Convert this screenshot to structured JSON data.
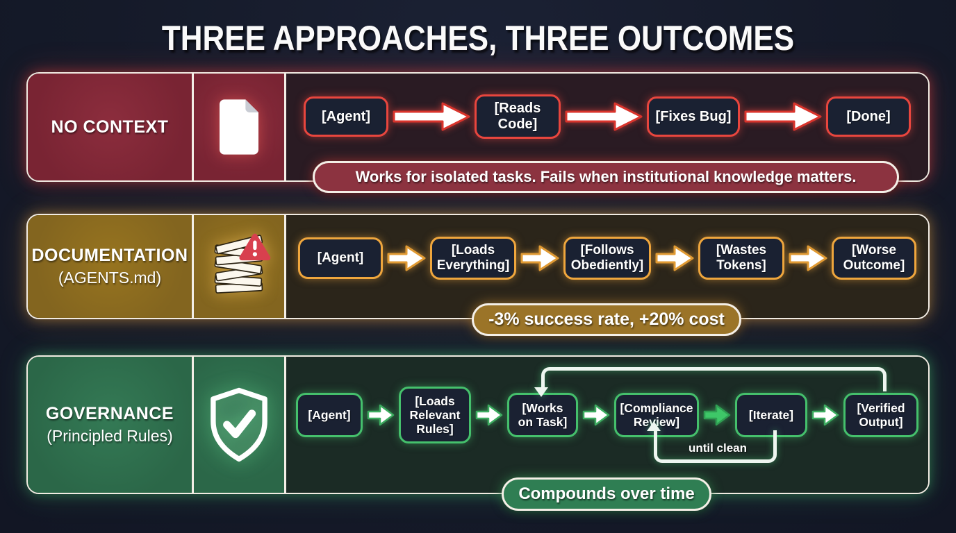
{
  "title": "THREE APPROACHES, THREE OUTCOMES",
  "panels": [
    {
      "name": "NO CONTEXT",
      "icon": "document-icon",
      "theme": {
        "accent": "#e8463e",
        "label_bg": "#802837",
        "flow_bg": "#2a1b23",
        "pill_bg": "#8c3340"
      },
      "flow": [
        "[Agent]",
        "[Reads Code]",
        "[Fixes Bug]",
        "[Done]"
      ],
      "caption": "Works for isolated tasks. Fails when institutional knowledge matters."
    },
    {
      "name": "DOCUMENTATION",
      "subtitle": "(AGENTS.md)",
      "icon": "paper-stack-warning-icon",
      "theme": {
        "accent": "#efa63d",
        "label_bg": "#8e6d23",
        "flow_bg": "#2b251a",
        "pill_bg": "#9b7428"
      },
      "flow": [
        "[Agent]",
        "[Loads Everything]",
        "[Follows Obediently]",
        "[Wastes Tokens]",
        "[Worse Outcome]"
      ],
      "caption": "-3% success rate, +20% cost"
    },
    {
      "name": "GOVERNANCE",
      "subtitle": "(Principled Rules)",
      "icon": "shield-check-icon",
      "theme": {
        "accent": "#45c06c",
        "label_bg": "#2e6f4e",
        "flow_bg": "#1b2b25",
        "pill_bg": "#2f7e53"
      },
      "flow": [
        "[Agent]",
        "[Loads Relevant Rules]",
        "[Works on Task]",
        "[Compliance Review]",
        "[Iterate]",
        "[Verified Output]"
      ],
      "loop_label": "until clean",
      "caption": "Compounds over time"
    }
  ]
}
